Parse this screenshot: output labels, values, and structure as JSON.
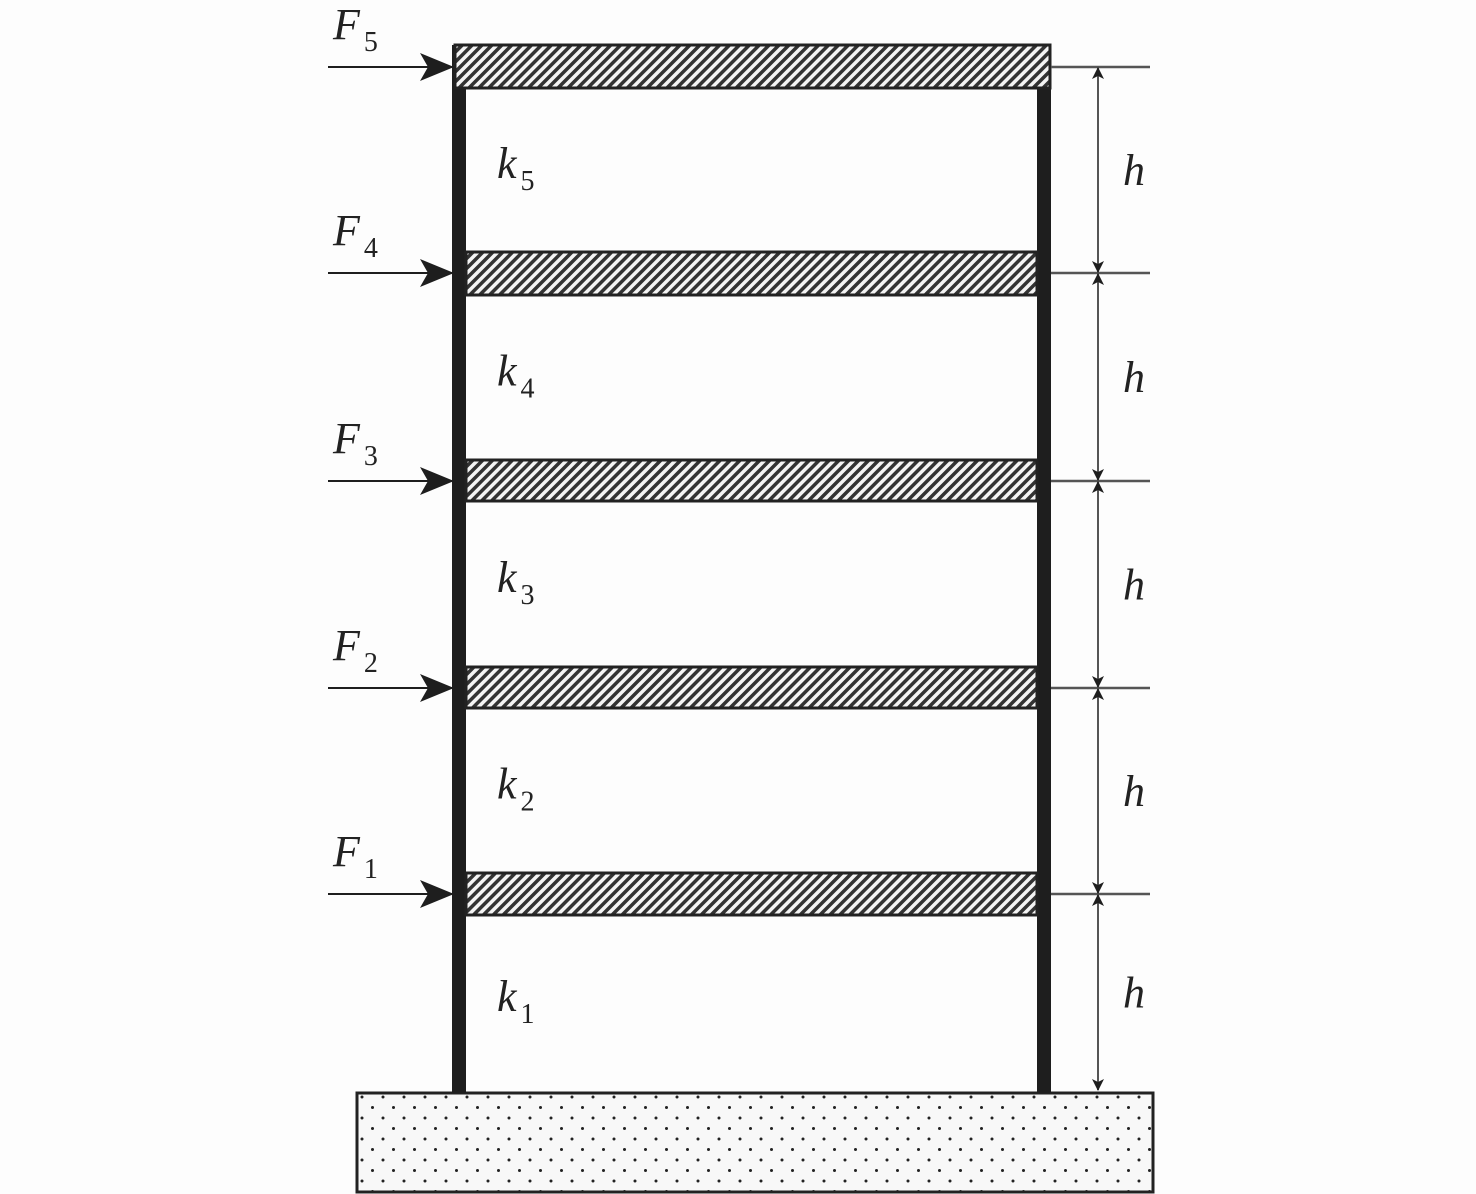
{
  "title": "Five-storey shear frame model",
  "floors": [
    {
      "force": "F",
      "force_sub": "1",
      "stiffness": "k",
      "stiffness_sub": "1",
      "height": "h"
    },
    {
      "force": "F",
      "force_sub": "2",
      "stiffness": "k",
      "stiffness_sub": "2",
      "height": "h"
    },
    {
      "force": "F",
      "force_sub": "3",
      "stiffness": "k",
      "stiffness_sub": "3",
      "height": "h"
    },
    {
      "force": "F",
      "force_sub": "4",
      "stiffness": "k",
      "stiffness_sub": "4",
      "height": "h"
    },
    {
      "force": "F",
      "force_sub": "5",
      "stiffness": "k",
      "stiffness_sub": "5",
      "height": "h"
    }
  ],
  "colors": {
    "line": "#1e1e1e",
    "dim": "#555555",
    "background": "#fdfdfd"
  }
}
